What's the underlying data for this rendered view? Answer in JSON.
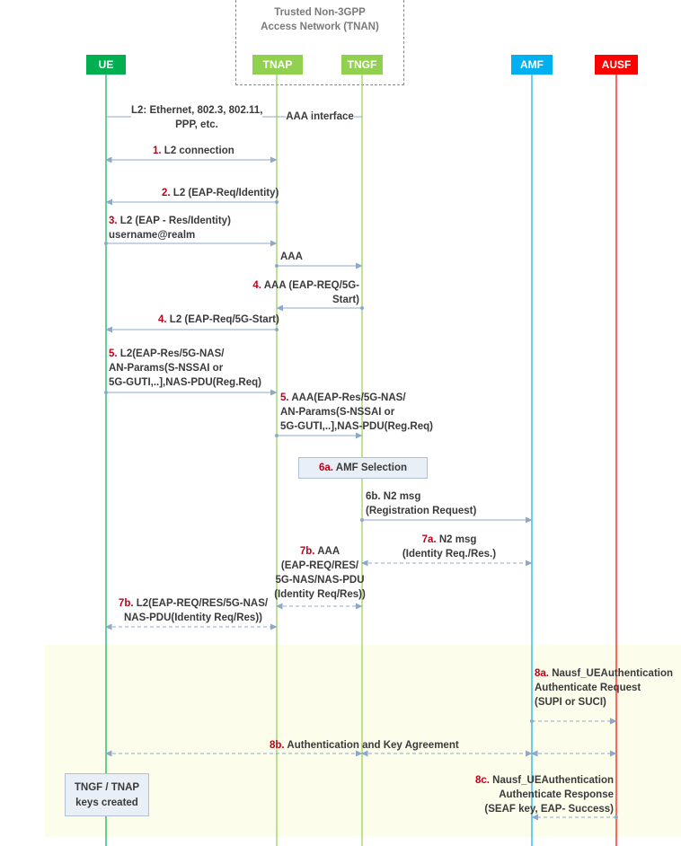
{
  "tnan": {
    "line1": "Trusted Non-3GPP",
    "line2": "Access Network (TNAN)"
  },
  "entities": {
    "ue": {
      "label": "UE",
      "color": "#00b050"
    },
    "tnap": {
      "label": "TNAP",
      "color": "#92d050"
    },
    "tngf": {
      "label": "TNGF",
      "color": "#92d050"
    },
    "amf": {
      "label": "AMF",
      "color": "#00b0f0"
    },
    "ausf": {
      "label": "AUSF",
      "color": "#ff0000"
    }
  },
  "colors": {
    "arrow": "#8ea9c8",
    "band": "#fdfdec",
    "number": "#c0001a",
    "box": "#e8eff7"
  },
  "notes": {
    "l2_line1": "L2: Ethernet, 802.3, 802.11,",
    "l2_line2": "PPP, etc.",
    "aaa_interface": "AAA interface"
  },
  "steps": {
    "s1": {
      "num": "1.",
      "lines": [
        "L2 connection"
      ]
    },
    "s2": {
      "num": "2.",
      "lines": [
        "L2 (EAP-Req/Identity)"
      ]
    },
    "s3": {
      "num": "3.",
      "lines": [
        "L2 (EAP - Res/Identity)",
        "username@realm"
      ]
    },
    "saaa": {
      "lines": [
        "AAA"
      ]
    },
    "s4a": {
      "num": "4.",
      "lines": [
        "AAA (EAP-REQ/5G-",
        "Start)"
      ]
    },
    "s4b": {
      "num": "4.",
      "lines": [
        "L2 (EAP-Req/5G-Start)"
      ]
    },
    "s5a": {
      "num": "5.",
      "lines": [
        "L2(EAP-Res/5G-NAS/",
        "AN-Params(S-NSSAI or",
        "5G-GUTI,..],NAS-PDU(Reg.Req)"
      ]
    },
    "s5b": {
      "num": "5.",
      "lines": [
        "AAA(EAP-Res/5G-NAS/",
        "AN-Params(S-NSSAI or",
        "5G-GUTI,..],NAS-PDU(Reg.Req)"
      ]
    },
    "s6a": {
      "num": "6a.",
      "lines": [
        "AMF Selection"
      ]
    },
    "s6b": {
      "lines": [
        "6b. N2 msg",
        "(Registration Request)"
      ]
    },
    "s7a": {
      "num": "7a.",
      "lines": [
        "N2 msg",
        "(Identity Req./Res.)"
      ]
    },
    "s7b1": {
      "num": "7b.",
      "lines": [
        "AAA",
        "(EAP-REQ/RES/",
        "5G-NAS/NAS-PDU",
        "(Identity Req/Res))"
      ]
    },
    "s7b2": {
      "num": "7b.",
      "lines": [
        "L2(EAP-REQ/RES/5G-NAS/",
        "NAS-PDU(Identity Req/Res))"
      ]
    },
    "s8a": {
      "num": "8a.",
      "lines": [
        "Nausf_UEAuthentication",
        "Authenticate Request",
        "(SUPI or SUCI)"
      ]
    },
    "s8b": {
      "num": "8b.",
      "lines": [
        "Authentication and Key Agreement"
      ]
    },
    "s8c": {
      "num": "8c.",
      "lines": [
        "Nausf_UEAuthentication",
        "Authenticate Response",
        "(SEAF key, EAP- Success)"
      ]
    },
    "keys": {
      "lines": [
        "TNGF / TNAP",
        "keys created"
      ]
    }
  }
}
